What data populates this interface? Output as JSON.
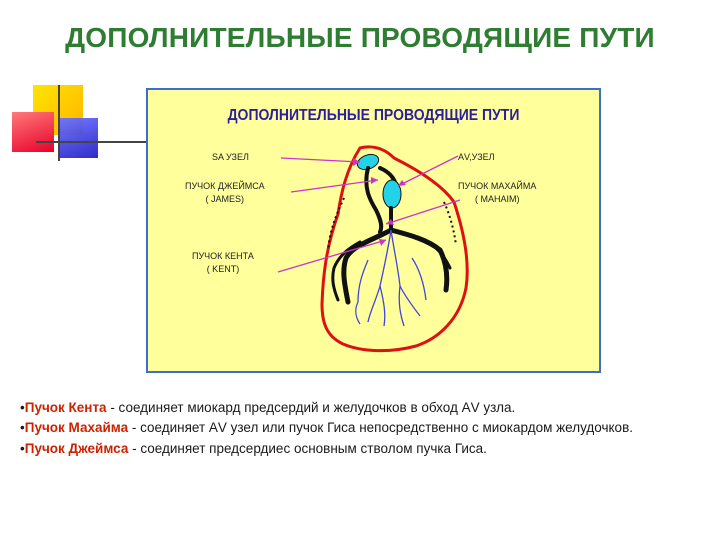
{
  "slide": {
    "title": "ДОПОЛНИТЕЛЬНЫЕ ПРОВОДЯЩИЕ ПУТИ"
  },
  "diagram": {
    "title": "ДОПОЛНИТЕЛЬНЫЕ ПРОВОДЯЩИЕ ПУТИ",
    "labels": {
      "sa_node": "SA УЗЕЛ",
      "av_node": "АV,УЗЕЛ",
      "james_line1": "ПУЧОК ДЖЕЙМСА",
      "james_line2": "( JAMES)",
      "mahaim_line1": "ПУЧОК МАХАЙМА",
      "mahaim_line2": "( MAHAIM)",
      "kent_line1": "ПУЧОК КЕНТА",
      "kent_line2": "( KENT)"
    },
    "colors": {
      "panel_bg": "#ffff9c",
      "panel_border": "#3a6fd0",
      "heart_outline": "#dd1111",
      "nodes": "#22d3e8",
      "conduction": "#111111",
      "purkinje": "#4444dd",
      "pointer_lines": "#cc33cc"
    }
  },
  "notes": [
    {
      "bullet": "•",
      "term": "Пучок Кента",
      "text": " - соединяет миокард предсердий и желудочков в обход АV узла."
    },
    {
      "bullet": "•",
      "term": "Пучок Махайма",
      "text": " - соединяет АV узел или пучок Гиса непосредственно с миокардом желудочков."
    },
    {
      "bullet": "•",
      "term": "Пучок Джеймса",
      "text": " - соединяет предсердиес основным  стволом пучка Гиса."
    }
  ]
}
